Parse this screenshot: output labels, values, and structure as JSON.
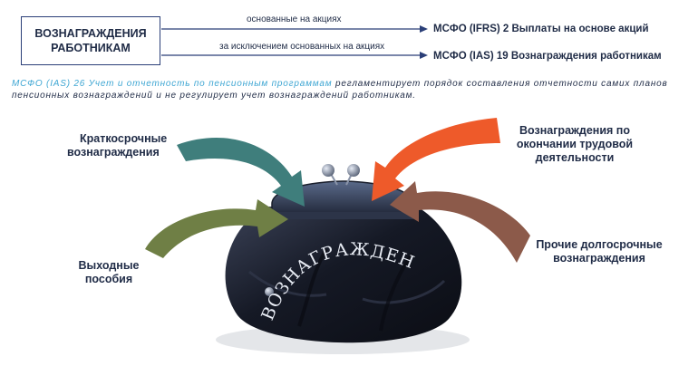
{
  "box_title": [
    "ВОЗНАГРАЖДЕНИЯ",
    "РАБОТНИКАМ"
  ],
  "arrow_top": {
    "label": "основанные на акциях",
    "target": "МСФО (IFRS) 2 Выплаты на основе акций"
  },
  "arrow_bottom": {
    "label": "за исключением основанных на акциях",
    "target": "МСФО (IAS) 19 Вознаграждения работникам"
  },
  "note": {
    "highlight": "МСФО (IAS) 26 Учет и отчетность по пенсионным программам",
    "rest": " регламентирует порядок составления отчетности самих планов пенсионных вознаграждений и не регулирует учет вознаграждений работникам."
  },
  "categories": {
    "short_term": [
      "Краткосрочные",
      "вознаграждения"
    ],
    "termination": [
      "Выходные",
      "пособия"
    ],
    "post_employment": [
      "Вознаграждения по",
      "окончании трудовой",
      "деятельности"
    ],
    "other_long_term": [
      "Прочие долгосрочные",
      "вознаграждения"
    ]
  },
  "purse_text": "ВОЗНАГРАЖДЕНИЯ",
  "colors": {
    "teal_arrow": "#3f7e7c",
    "green_arrow": "#6f7f45",
    "orange_arrow": "#ee5a2a",
    "brown_arrow": "#8c5a4a",
    "dark_text": "#1f2b46",
    "note_highlight": "#3ea6d3",
    "purse": "#1a1f2c"
  }
}
